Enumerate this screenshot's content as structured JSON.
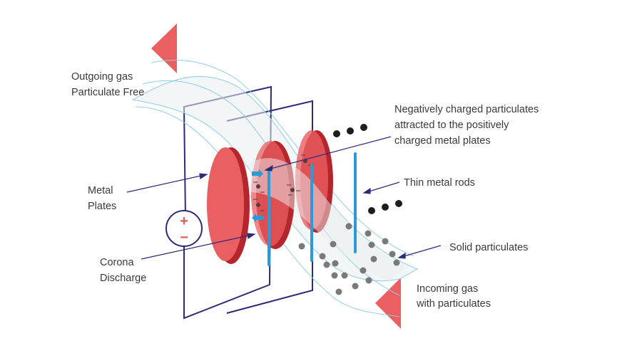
{
  "labels": {
    "outgoing_gas": [
      "Outgoing gas",
      "Particulate Free"
    ],
    "negatively_charged": [
      "Negatively charged particulates",
      "attracted to the positively",
      "charged metal plates"
    ],
    "thin_metal_rods": [
      "Thin metal rods"
    ],
    "metal_plates": [
      "Metal",
      "Plates"
    ],
    "solid_particulates": [
      "Solid particulates"
    ],
    "corona_discharge": [
      "Corona",
      "Discharge"
    ],
    "incoming_gas": [
      "Incoming gas",
      "with particulates"
    ]
  },
  "power_source": {
    "positive": "+",
    "negative": "−"
  },
  "colors": {
    "plate": "#ea5f62",
    "plate_edge": "#b5262c",
    "frame": "#2d2a7a",
    "rod": "#2a9bd8",
    "gas_stroke": "#8fcde6",
    "particle_dark": "#1d1d1d",
    "particle_grey": "#7a7a7a",
    "arrow": "#ea5f62"
  }
}
